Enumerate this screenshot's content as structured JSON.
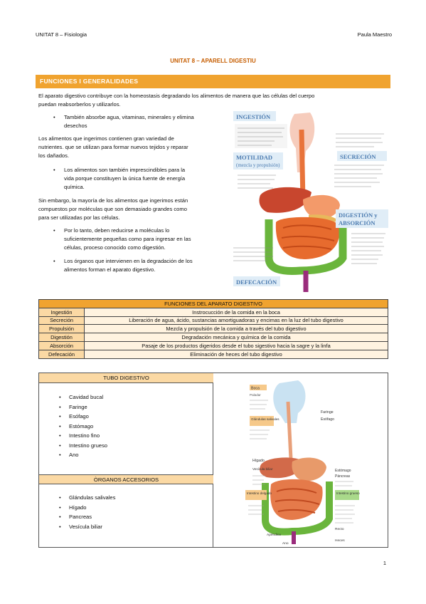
{
  "header": {
    "left": "UNITAT 8 – Fisiologia",
    "right": "Paula Maestro"
  },
  "title": "UNITAT 8 – APARELL DIGESTIU",
  "section": "FUNCIONES I GENERALIDADES",
  "intro": {
    "line1": "El aparato digestivo contribuye con la homeostasis degradando los alimentos de manera que las células del cuerpo",
    "line2": "puedan reabsorberlos y utilizarlos."
  },
  "bullets": {
    "b1a": "También absorbe agua, vitaminas, minerales y elimina",
    "b1b": "desechos",
    "p2a": "Los alimentos que ingerimos contienen gran variedad de",
    "p2b": "nutrientes. que se utilizan para formar nuevos tejidos y reparar",
    "p2c": "los dañados.",
    "b2a": "Los alimentos son también imprescindibles para la",
    "b2b": "vida porque constituyen la única fuente de energía",
    "b2c": "química.",
    "p3a": "Sin embargo, la mayoría de los alimentos que ingerimos están",
    "p3b": "compuestos por moléculas que son demasiado grandes como",
    "p3c": "para ser utilizadas por las células.",
    "b3a": "Por lo tanto, deben reducirse a moléculas lo",
    "b3b": "suficientemente pequeñas como para ingresar en las",
    "b3c": "células, proceso conocido como digestión.",
    "b4a": "Los órganos que intervienen en la degradación de los",
    "b4b": "alimentos forman el aparato digestivo."
  },
  "figure1": {
    "ingestion": "INGESTIÓN",
    "motilidad1": "MOTILIDAD",
    "motilidad2": "(mezcla y propulsión)",
    "secrecion": "SECRECIÓN",
    "digestion1": "DIGESTIÓN y",
    "digestion2": "ABSORCIÓN",
    "defecacion": "DEFECACIÓN"
  },
  "table": {
    "heading": "FUNCIONES DEL APARATO DIGESTIVO",
    "rows": [
      {
        "k": "Ingestión",
        "v": "Instrocucción de la comida en la boca"
      },
      {
        "k": "Secreción",
        "v": "Liberación de agua, ácido, sustancias amortiguadoras y encimas en la luz del tubo digestivo"
      },
      {
        "k": "Propulsión",
        "v": "Mezcla y propulsión de la comida a través del tubo digestivo"
      },
      {
        "k": "Digestión",
        "v": "Degradación mecánica y química de la comida"
      },
      {
        "k": "Absorción",
        "v": "Pasaje de los productos digeridos desde el tubo sigestivo hacia la sagre y la linfa"
      },
      {
        "k": "Defecación",
        "v": "Eliminación de heces del tubo digestivo"
      }
    ]
  },
  "tubo": {
    "heading": "TUBO DIGESTIVO",
    "items": [
      "Cavidad bucal",
      "Faringe",
      "Esófago",
      "Estómago",
      "Intestino fino",
      "Intestino grueso",
      "Ano"
    ]
  },
  "accesorios": {
    "heading": "ÒRGANOS ACCESORIOS",
    "items": [
      "Glándulas salivales",
      "Hígado",
      "Pancreas",
      "Vesícula biliar"
    ]
  },
  "figure2": {
    "boca": "Boca",
    "paladar": "Paladar",
    "glandulas": "Glándulas salivales",
    "faringe": "Faringe",
    "esofago": "Esófago",
    "higado": "Hígado",
    "vesicula": "Vesícula biliar",
    "estomago": "Estómago",
    "pancreas": "Páncreas",
    "intestino_delgado": "Intestino delgado",
    "intestino_grueso": "Intestino grueso",
    "apendice": "Apéndice",
    "ano": "Ano",
    "recto": "Recto",
    "heces": "Heces"
  },
  "page_number": "1"
}
